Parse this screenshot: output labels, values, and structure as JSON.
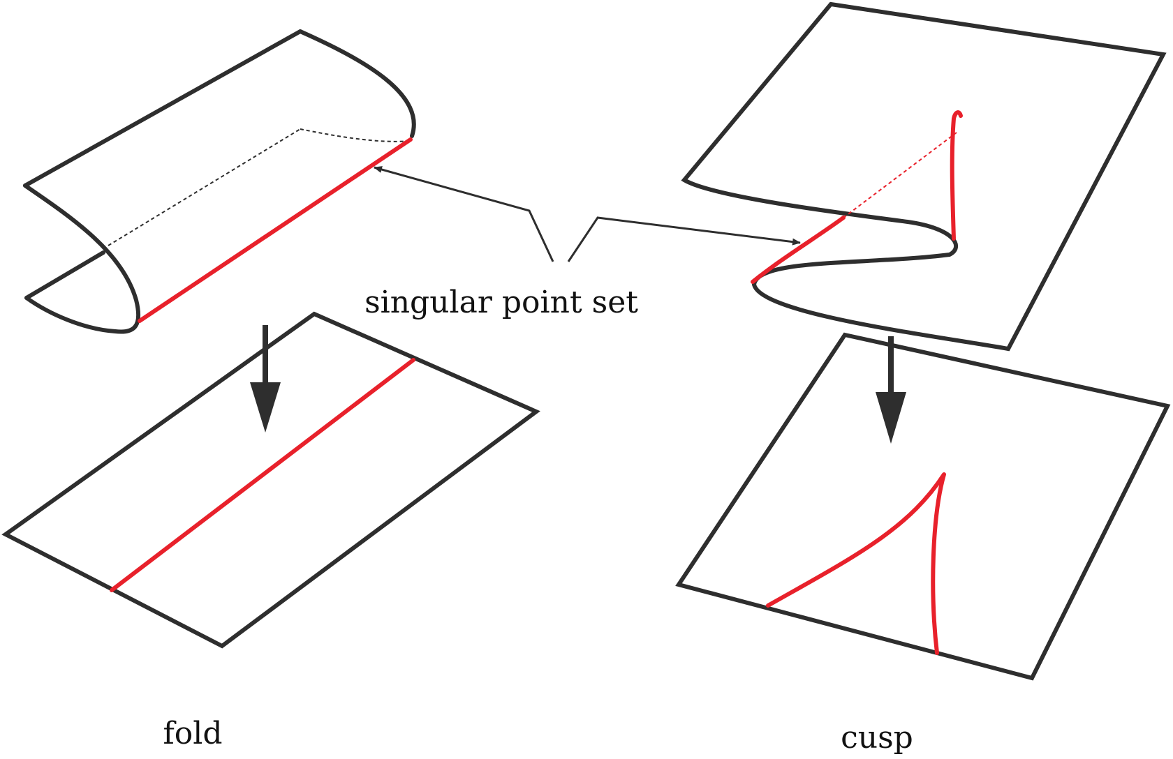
{
  "labels": {
    "singular": "singular point set",
    "fold": "fold",
    "cusp": "cusp"
  },
  "colors": {
    "outline": "#2e2e2e",
    "singular": "#e8212b",
    "background": "#ffffff"
  }
}
